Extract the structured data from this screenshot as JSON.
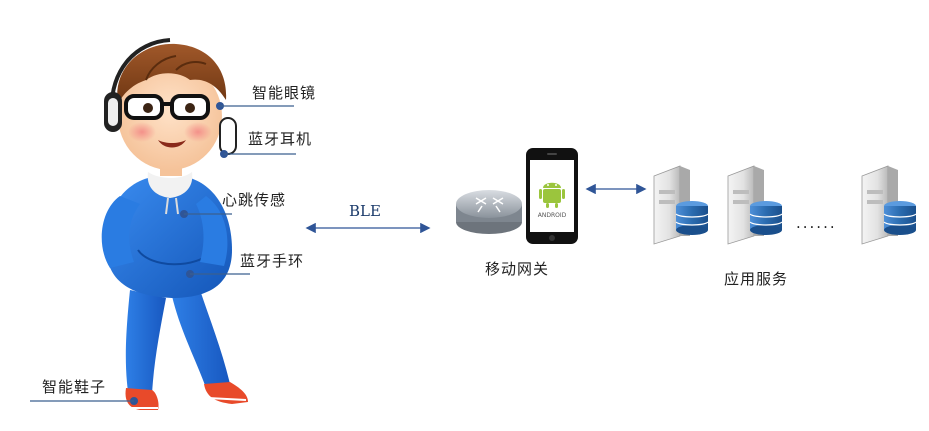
{
  "labels": {
    "glasses": "智能眼镜",
    "headphones": "蓝牙耳机",
    "heartbeat": "心跳传感",
    "wristband": "蓝牙手环",
    "shoes": "智能鞋子",
    "ble": "BLE",
    "gateway": "移动网关",
    "services": "应用服务",
    "ellipsis": "......",
    "android_logo_text": "ANDROID"
  },
  "colors": {
    "leader_line": "#3b5f8f",
    "dot": "#2f5597",
    "arrow": "#2f5597",
    "hoodie": "#1f6fd6",
    "db": "#2b6cb0"
  },
  "icons": {
    "router": "router-icon",
    "phone": "android-phone-icon",
    "server": "server-database-icon"
  }
}
